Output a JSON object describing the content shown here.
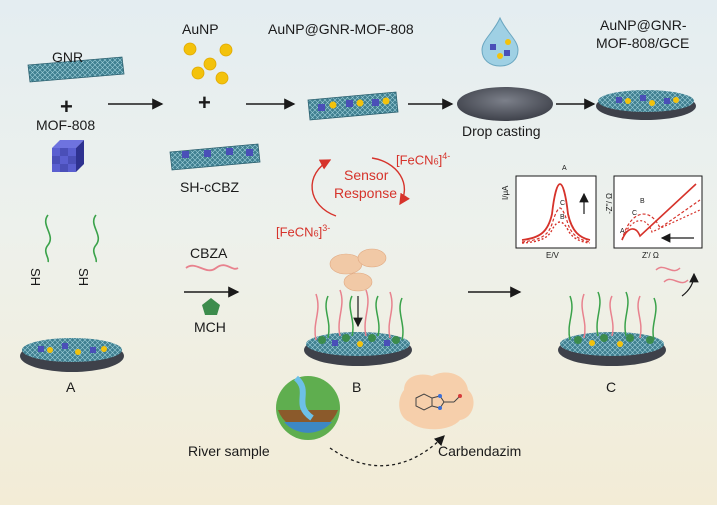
{
  "labels": {
    "gnr": "GNR",
    "mof808": "MOF-808",
    "aunp": "AuNP",
    "sh_ccbz": "SH-cCBZ",
    "aunp_gnr_mof": "AuNP@GNR-MOF-808",
    "drop_casting": "Drop casting",
    "electrode_line1": "AuNP@GNR-",
    "electrode_line2": "MOF-808/GCE",
    "plus": "+",
    "sh": "SH",
    "cbza": "CBZA",
    "mch": "MCH",
    "stage_a": "A",
    "stage_b": "B",
    "stage_c": "C",
    "sensor_line1": "Sensor",
    "sensor_line2": "Response",
    "fecn_base": "[FeCN",
    "fecn_sub": "6",
    "fecn_close": "]",
    "fecn4_sup": "4-",
    "fecn3_sup": "3-",
    "river_sample": "River sample",
    "carbendazim": "Carbendazim"
  },
  "dpv_plot": {
    "ylabel": "I/μA",
    "xlabel": "E/V",
    "curve_labels": [
      "A",
      "C",
      "B"
    ]
  },
  "eis_plot": {
    "ylabel": "-Z''/ Ω",
    "xlabel": "Z'/ Ω",
    "curve_labels": [
      "A",
      "B",
      "C"
    ]
  },
  "colors": {
    "gnr": "#3f7f90",
    "mof": "#4a4fb8",
    "gold": "#f3c20c",
    "red": "#d6332b",
    "aptamer": "#3aa24a",
    "cbza": "#e8828e",
    "mch": "#3c8c4c",
    "electrode": "#4a4e5c"
  }
}
